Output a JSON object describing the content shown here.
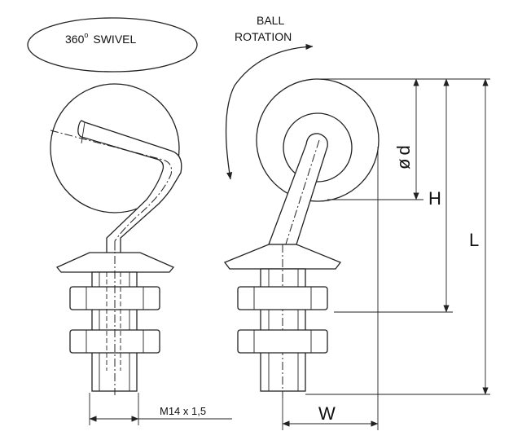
{
  "labels": {
    "swivel": "360",
    "swivel_degree": "o",
    "swivel_word": "SWIVEL",
    "ball_line1": "BALL",
    "ball_line2": "ROTATION",
    "diameter_symbol": "ø",
    "diameter_letter": "d",
    "height": "H",
    "length": "L",
    "width": "W",
    "thread": "M14 x 1,5"
  }
}
